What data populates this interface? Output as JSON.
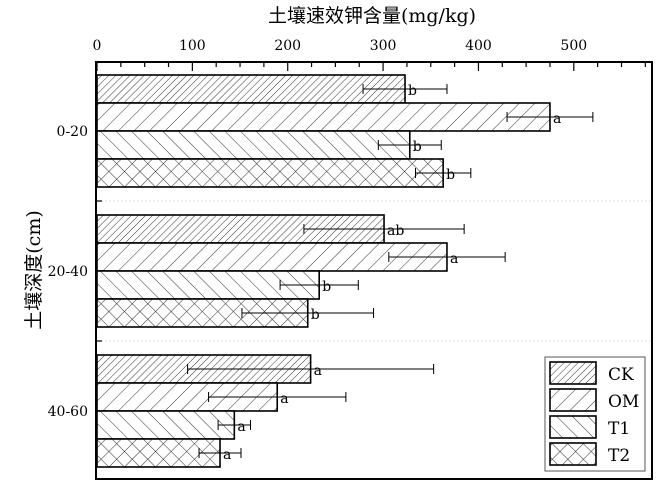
{
  "chart_data": {
    "type": "bar",
    "orientation": "horizontal",
    "title": "土壤速效钾含量(mg/kg)",
    "xlabel": "土壤速效钾含量(mg/kg)",
    "ylabel": "土壤深度(cm)",
    "xlim": [
      0,
      582
    ],
    "xticks": [
      0,
      100,
      200,
      300,
      400,
      500
    ],
    "x_minor_step": 25,
    "x_axis_position": "top",
    "categories": [
      "0-20",
      "20-40",
      "40-60"
    ],
    "grid": false,
    "legend_position": "bottom-right",
    "series": [
      {
        "name": "CK",
        "pattern": "dense-forward-hatch",
        "values": [
          323,
          301,
          224
        ],
        "errors": [
          44,
          84,
          129
        ],
        "labels": [
          "b",
          "ab",
          "a"
        ]
      },
      {
        "name": "OM",
        "pattern": "forward-hatch",
        "values": [
          475,
          367,
          189
        ],
        "errors": [
          45,
          61,
          72
        ],
        "labels": [
          "a",
          "a",
          "a"
        ]
      },
      {
        "name": "T1",
        "pattern": "backward-hatch",
        "values": [
          328,
          233,
          144
        ],
        "errors": [
          33,
          41,
          17
        ],
        "labels": [
          "b",
          "b",
          "a"
        ]
      },
      {
        "name": "T2",
        "pattern": "cross-hatch",
        "values": [
          363,
          221,
          129
        ],
        "errors": [
          29,
          69,
          22
        ],
        "labels": [
          "b",
          "b",
          "a"
        ]
      }
    ]
  }
}
